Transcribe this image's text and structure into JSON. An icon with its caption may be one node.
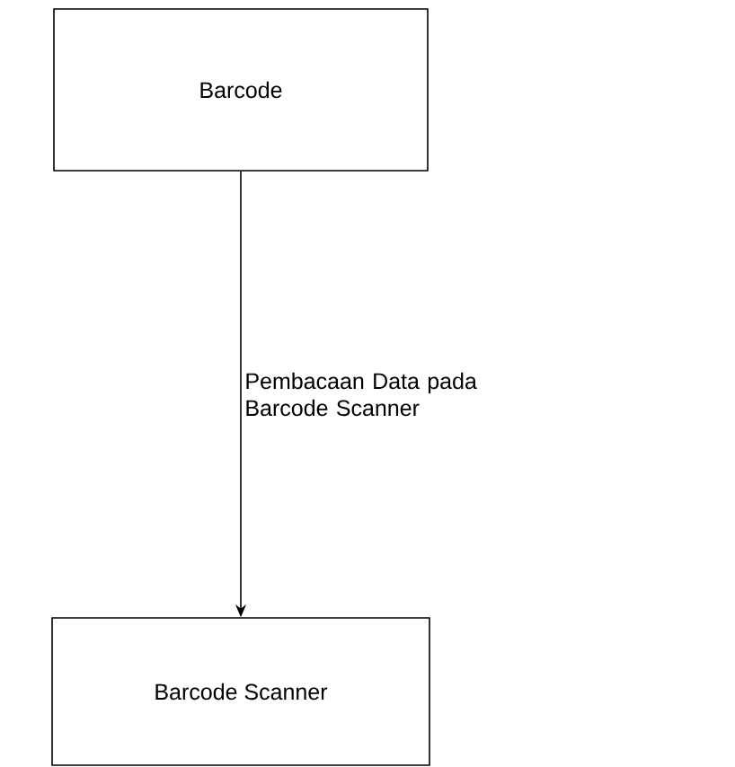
{
  "diagram": {
    "nodes": [
      {
        "text": [
          "Barcode"
        ]
      },
      {
        "text": [
          "Barcode Scanner"
        ]
      }
    ],
    "edges": [
      {
        "from": 0,
        "to": 1,
        "arrow": "to",
        "label": "Pembacaan Data pada Barcode Scanner"
      }
    ]
  }
}
